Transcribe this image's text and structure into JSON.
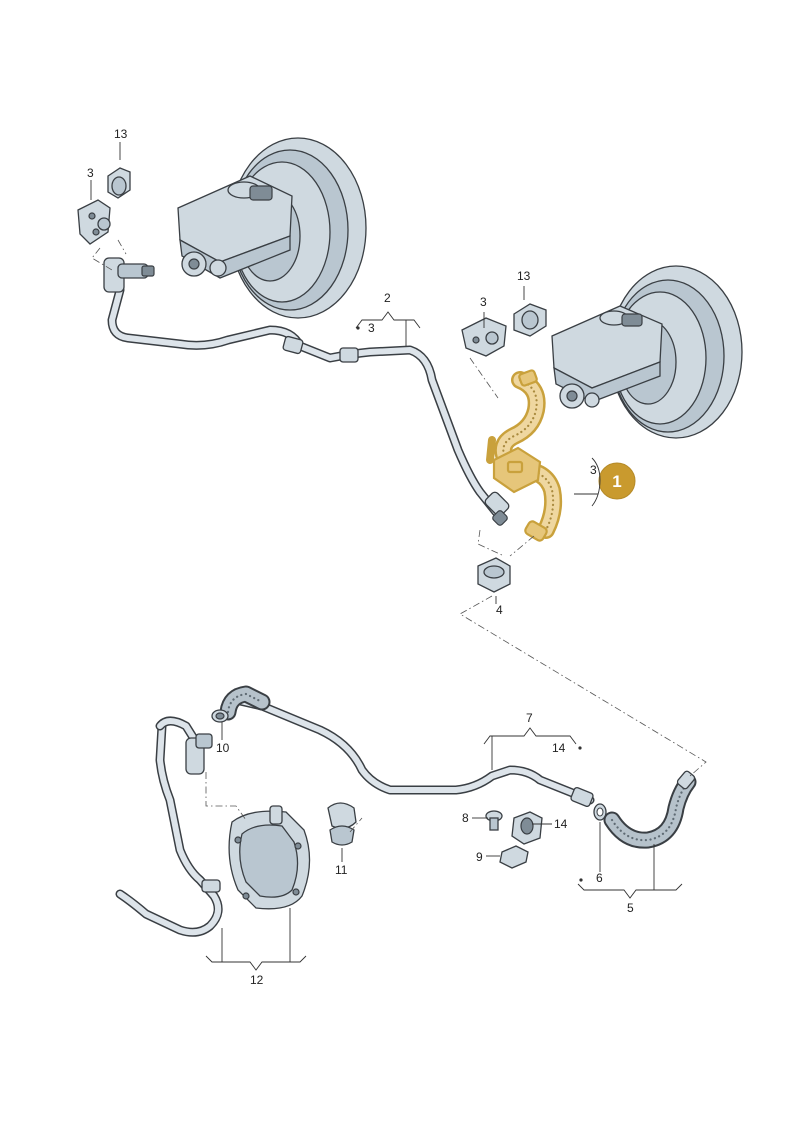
{
  "colors": {
    "highlight": "#c9a13c",
    "badge": "#c99a2e",
    "part_fill": "#cfd9e0",
    "line": "#3a3f44"
  },
  "callout_badge": "1",
  "labels": {
    "l13_top": "13",
    "l3_topleft": "3",
    "l2": "2",
    "l3_under2": "3",
    "l3_right": "3",
    "l13_right": "13",
    "l3_group": "3",
    "l4": "4",
    "l7": "7",
    "l14_group": "14",
    "l10": "10",
    "l8": "8",
    "l14_clip": "14",
    "l9": "9",
    "l11": "11",
    "l6": "6",
    "l5": "5",
    "l12": "12"
  }
}
